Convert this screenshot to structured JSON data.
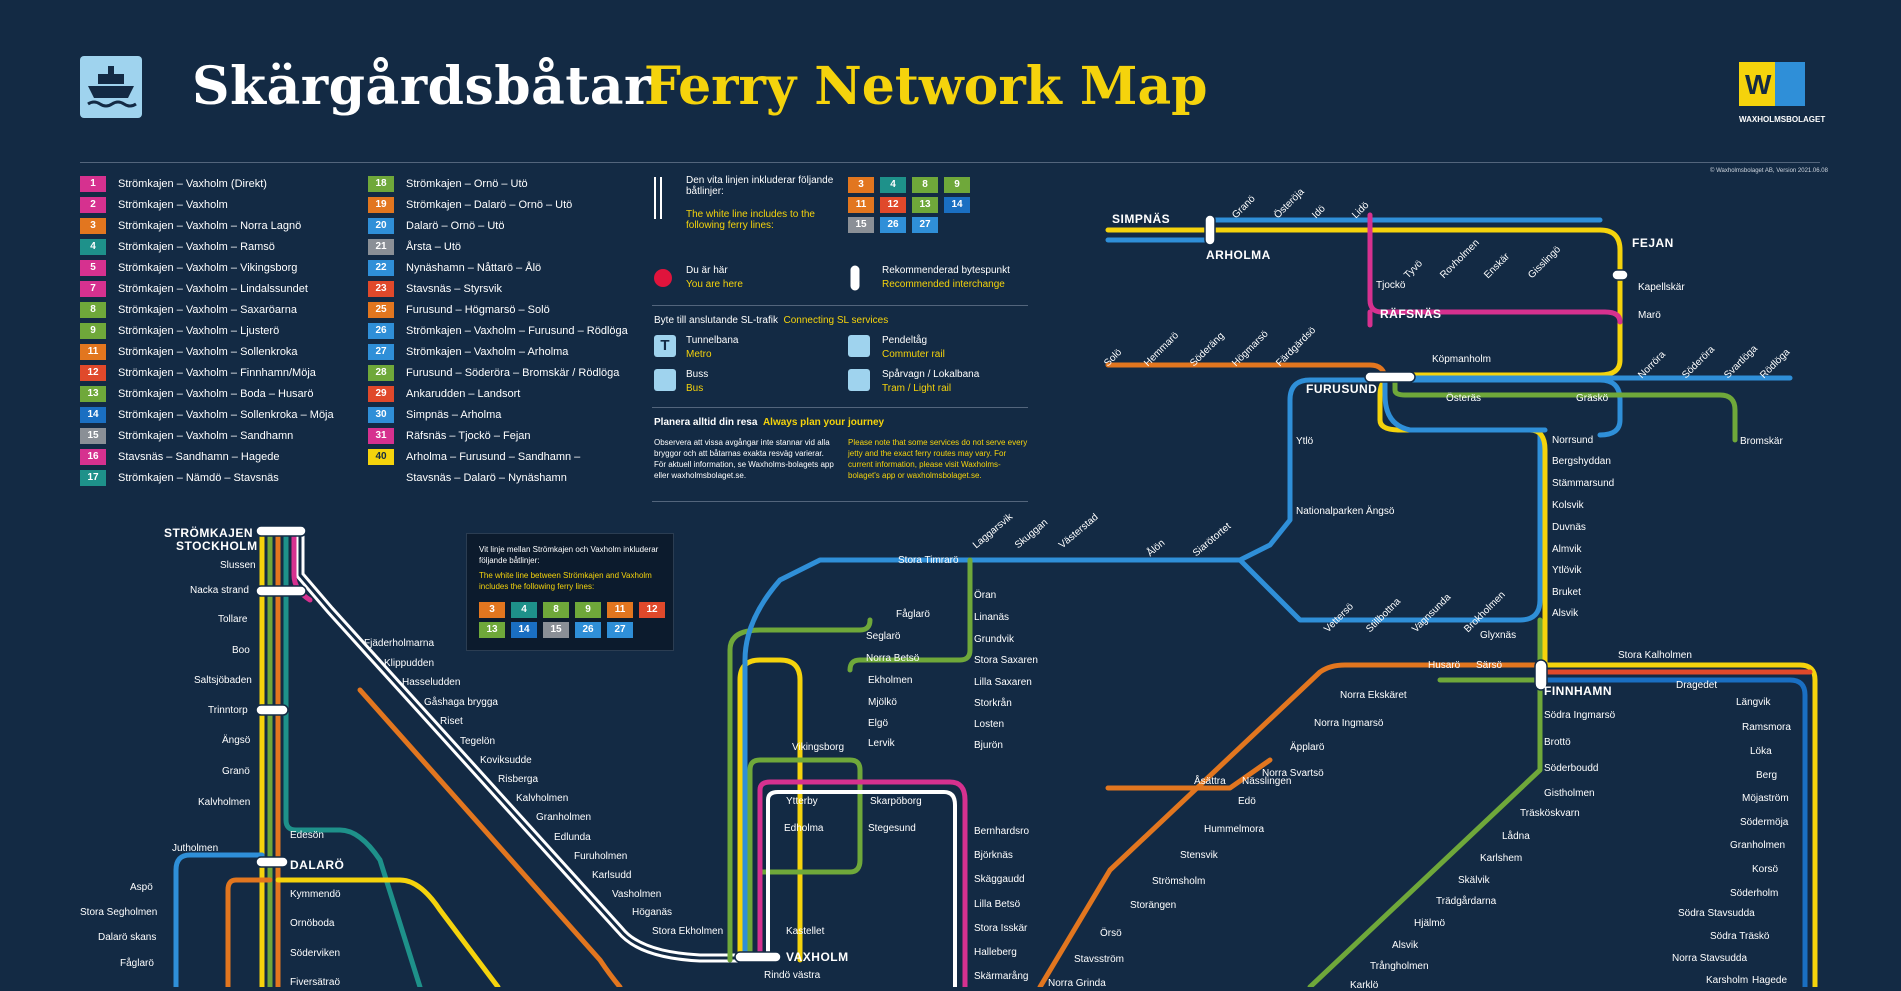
{
  "header": {
    "title": "Skärgårdsbåtar",
    "subtitle": "Ferry Network Map",
    "brand_name": "WAXHOLMSBOLAGET",
    "copyright": "© Waxholmsbolaget AB, Version 2021.06.08"
  },
  "colors": {
    "background": "#132a44",
    "yellow": "#f5d30c",
    "blue": "#2f8fd8",
    "orange": "#e2761f",
    "green": "#6fa83a",
    "pink": "#d6318f",
    "teal": "#1e918a",
    "dark_blue": "#1a6fc2",
    "grey": "#8a8f96",
    "red": "#e0492b"
  },
  "legend_col1": [
    {
      "num": "1",
      "color": "#d6318f",
      "label": "Strömkajen – Vaxholm (Direkt)"
    },
    {
      "num": "2",
      "color": "#d6318f",
      "label": "Strömkajen – Vaxholm"
    },
    {
      "num": "3",
      "color": "#e2761f",
      "label": "Strömkajen – Vaxholm – Norra Lagnö"
    },
    {
      "num": "4",
      "color": "#1e918a",
      "label": "Strömkajen – Vaxholm – Ramsö"
    },
    {
      "num": "5",
      "color": "#d6318f",
      "label": "Strömkajen – Vaxholm – Vikingsborg"
    },
    {
      "num": "7",
      "color": "#d6318f",
      "label": "Strömkajen – Vaxholm – Lindalssundet"
    },
    {
      "num": "8",
      "color": "#6fa83a",
      "label": "Strömkajen – Vaxholm – Saxaröarna"
    },
    {
      "num": "9",
      "color": "#6fa83a",
      "label": "Strömkajen – Vaxholm – Ljusterö"
    },
    {
      "num": "11",
      "color": "#e2761f",
      "label": "Strömkajen – Vaxholm – Sollenkroka"
    },
    {
      "num": "12",
      "color": "#e0492b",
      "label": "Strömkajen – Vaxholm – Finnhamn/Möja"
    },
    {
      "num": "13",
      "color": "#6fa83a",
      "label": "Strömkajen – Vaxholm – Boda – Husarö"
    },
    {
      "num": "14",
      "color": "#1a6fc2",
      "label": "Strömkajen – Vaxholm – Sollenkroka – Möja"
    },
    {
      "num": "15",
      "color": "#8a8f96",
      "label": "Strömkajen – Vaxholm – Sandhamn"
    },
    {
      "num": "16",
      "color": "#d6318f",
      "label": "Stavsnäs – Sandhamn – Hagede"
    },
    {
      "num": "17",
      "color": "#1e918a",
      "label": "Strömkajen – Nämdö – Stavsnäs"
    }
  ],
  "legend_col2": [
    {
      "num": "18",
      "color": "#6fa83a",
      "label": "Strömkajen – Ornö – Utö"
    },
    {
      "num": "19",
      "color": "#e2761f",
      "label": "Strömkajen – Dalarö – Ornö – Utö"
    },
    {
      "num": "20",
      "color": "#2f8fd8",
      "label": "Dalarö – Ornö – Utö"
    },
    {
      "num": "21",
      "color": "#8a8f96",
      "label": "Årsta – Utö"
    },
    {
      "num": "22",
      "color": "#2f8fd8",
      "label": "Nynäshamn – Nåttarö – Ålö"
    },
    {
      "num": "23",
      "color": "#e0492b",
      "label": "Stavsnäs – Styrsvik"
    },
    {
      "num": "25",
      "color": "#e2761f",
      "label": "Furusund – Högmarsö – Solö"
    },
    {
      "num": "26",
      "color": "#2f8fd8",
      "label": "Strömkajen – Vaxholm – Furusund – Rödlöga"
    },
    {
      "num": "27",
      "color": "#2f8fd8",
      "label": "Strömkajen – Vaxholm – Arholma"
    },
    {
      "num": "28",
      "color": "#6fa83a",
      "label": "Furusund – Söderöra – Bromskär / Rödlöga"
    },
    {
      "num": "29",
      "color": "#e0492b",
      "label": "Ankarudden – Landsort"
    },
    {
      "num": "30",
      "color": "#2f8fd8",
      "label": "Simpnäs – Arholma"
    },
    {
      "num": "31",
      "color": "#d6318f",
      "label": "Räfsnäs – Tjockö – Fejan"
    },
    {
      "num": "40",
      "color": "#f5d30c",
      "label": "Arholma – Furusund – Sandhamn –"
    },
    {
      "num": "",
      "color": "",
      "label": "Stavsnäs – Dalarö – Nynäshamn"
    }
  ],
  "info": {
    "white_line_sv": "Den vita linjen inkluderar följande båtlinjer:",
    "white_line_en": "The white line includes to the following ferry lines:",
    "white_badges": [
      "3",
      "4",
      "8",
      "9",
      "11",
      "12",
      "13",
      "14",
      "15",
      "26",
      "27"
    ],
    "you_are_here_sv": "Du är här",
    "you_are_here_en": "You are here",
    "interchange_sv": "Rekommenderad bytespunkt",
    "interchange_en": "Recommended interchange",
    "sl_title_sv": "Byte till anslutande SL-trafik",
    "sl_title_en": "Connecting SL services",
    "metro_sv": "Tunnelbana",
    "metro_en": "Metro",
    "bus_sv": "Buss",
    "bus_en": "Bus",
    "rail_sv": "Pendeltåg",
    "rail_en": "Commuter rail",
    "tram_sv": "Spårvagn / Lokalbana",
    "tram_en": "Tram / Light rail",
    "plan_sv": "Planera alltid din resa",
    "plan_en": "Always plan your journey",
    "note_sv": "Observera att vissa avgångar inte stannar vid alla bryggor och att båtarnas exakta resväg varierar. För aktuell information, se Waxholms-bolagets app eller waxholmsbolaget.se.",
    "note_en": "Please note that some services do not serve every jetty and the exact ferry routes may vary. For current information, please visit Waxholms-bolaget's app or waxholmsbolaget.se."
  },
  "inset_note": {
    "sv": "Vit linje mellan Strömkajen och Vaxholm inkluderar följande båtlinjer:",
    "en": "The white line between Strömkajen and Vaxholm includes the following ferry lines:",
    "badges": [
      "3",
      "4",
      "8",
      "9",
      "11",
      "12",
      "13",
      "14",
      "15",
      "26",
      "27"
    ]
  },
  "map": {
    "hubs": {
      "stromkajen": "STRÖMKAJEN",
      "stockholm": "STOCKHOLM",
      "vaxholm": "VAXHOLM",
      "dalaro": "DALARÖ",
      "furusund": "FURUSUND",
      "finnhamn": "FINNHAMN",
      "simpnas": "SIMPNÄS",
      "arholma": "ARHOLMA",
      "fejan": "FEJAN",
      "rafsnas": "RÄFSNÄS"
    },
    "stops_left": [
      "Slussen",
      "Nacka strand",
      "Tollare",
      "Boo",
      "Saltsjöbaden",
      "Trinntorp",
      "Ängsö",
      "Granö",
      "Kalvholmen",
      "Jutholmen",
      "Edesön",
      "Aspö",
      "Stora Segholmen",
      "Dalarö skans",
      "Fåglarö",
      "Kymmendö",
      "Ornöboda",
      "Söderviken",
      "Fiversätraö"
    ],
    "stops_diag": [
      "Fjäderholmarna",
      "Klippudden",
      "Hasseludden",
      "Gåshaga brygga",
      "Riset",
      "Tegelön",
      "Koviksudde",
      "Risberga",
      "Kalvholmen",
      "Granholmen",
      "Edlunda",
      "Furuholmen",
      "Karlsudd",
      "Vasholmen",
      "Höganäs",
      "Stora Ekholmen"
    ],
    "stops_vaxholm": [
      "Vikingsborg",
      "Ytterby",
      "Edholma",
      "Kastellet",
      "Rindö västra",
      "Fåglarö",
      "Seglarö",
      "Norra Betsö",
      "Ekholmen",
      "Mjölkö",
      "Elgö",
      "Lervik",
      "Skarpöborg",
      "Stegesund"
    ],
    "stops_mid": [
      "Stora Timrarö",
      "Laggarsvik",
      "Skuggan",
      "Västerstad",
      "Ålön",
      "Siarötortet",
      "Öran",
      "Linanäs",
      "Grundvik",
      "Stora Saxaren",
      "Lilla Saxaren",
      "Storkrån",
      "Losten",
      "Bjurön",
      "Bernhardsro",
      "Björknäs",
      "Skäggaudd",
      "Lilla Betsö",
      "Stora Isskär",
      "Halleberg",
      "Skärmarång"
    ],
    "stops_north": [
      "Granö",
      "Österöja",
      "Idö",
      "Lidö",
      "Tjockö",
      "Tyvö",
      "Rovholmen",
      "Enskär",
      "Gisslingö",
      "Kapellskär",
      "Marö",
      "Solö",
      "Hemmarö",
      "Söderäng",
      "Högmarsö",
      "Färdgärdsö",
      "Köpmanholm",
      "Österäs",
      "Gräskö",
      "Norröra",
      "Söderöra",
      "Svartlöga",
      "Rödlöga",
      "Bromskär",
      "Ytlö",
      "Nationalparken Ängsö",
      "Norrsund",
      "Bergshyddan",
      "Stämmarsund",
      "Kolsvik",
      "Duvnäs",
      "Almvik",
      "Ytlövik",
      "Bruket",
      "Alsvik",
      "Vettersö",
      "Stillbottna",
      "Vagnsunda",
      "Brokholmen",
      "Glyxnäs"
    ],
    "stops_east": [
      "Husarö",
      "Särsö",
      "Stora Kalholmen",
      "Dragedet",
      "Norra Ekskäret",
      "Norra Ingmarsö",
      "Äpplarö",
      "Norra Svartsö",
      "Åsättra",
      "Nässlingen",
      "Edö",
      "Hummelmora",
      "Stensvik",
      "Strömsholm",
      "Storängen",
      "Örsö",
      "Stavsström",
      "Norra Grinda",
      "Södra Ingmarsö",
      "Brottö",
      "Söderboudd",
      "Gistholmen",
      "Träsköskvarn",
      "Lådna",
      "Karlshem",
      "Skälvik",
      "Trädgårdarna",
      "Hjälmö",
      "Alsvik",
      "Trångholmen",
      "Karklö",
      "Längvik",
      "Ramsmora",
      "Löka",
      "Berg",
      "Möjaström",
      "Södermöja",
      "Granholmen",
      "Korsö",
      "Söderholm",
      "Södra Stavsudda",
      "Södra Träskö",
      "Norra Stavsudda",
      "Karsholm",
      "Hagede"
    ]
  }
}
